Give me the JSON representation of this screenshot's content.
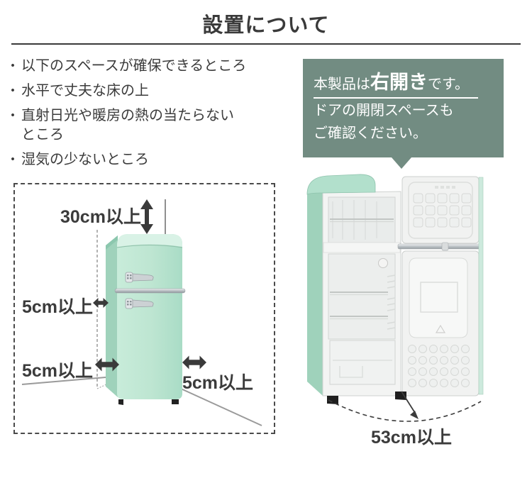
{
  "title": "設置について",
  "notes": {
    "bullet": "・",
    "items": [
      "以下のスペースが確保できるところ",
      "水平で丈夫な床の上",
      "直射日光や暖房の熱の当たらない\nところ",
      "湿気の少ないところ"
    ]
  },
  "callout": {
    "line1_prefix": "本製品は",
    "line1_emphasis": "右開き",
    "line1_suffix": "です。",
    "line2": "ドアの開閉スペースも",
    "line3": "ご確認ください。"
  },
  "clearance_diagram": {
    "top_clearance": "30cm以上",
    "side_clearance": "5cm以上",
    "bottom_left_clearance": "5cm以上",
    "bottom_right_clearance": "5cm以上"
  },
  "door_swing_diagram": {
    "swing_clearance": "53cm以上"
  },
  "colors": {
    "callout_bg": "#728c82",
    "fridge_front": "#bde5d1",
    "fridge_side": "#9fd2bb",
    "fridge_top_highlight": "#d9f2e6",
    "chrome": "#c9cdd0",
    "text_dark": "#3b3b3b",
    "reference_line_gray": "#9a9a9a"
  }
}
